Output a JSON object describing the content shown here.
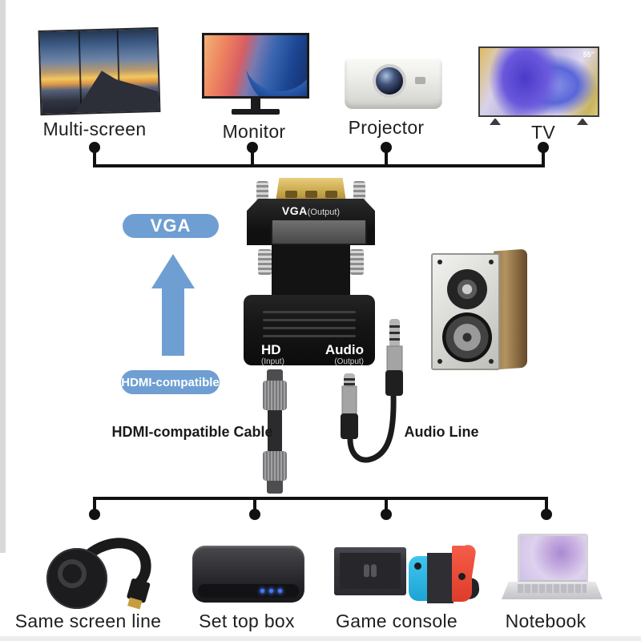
{
  "colors": {
    "accent_blue": "#6f9fd2",
    "line_black": "#111111",
    "label_text": "#1f1f1f",
    "led_blue": "#4a78f8"
  },
  "top_devices": [
    {
      "label": "Multi-screen"
    },
    {
      "label": "Monitor"
    },
    {
      "label": "Projector"
    },
    {
      "label": "TV",
      "screen_badge": "55\""
    }
  ],
  "callouts": {
    "vga_pill": "VGA",
    "hdmi_pill": "HDMI-compatible"
  },
  "adapter": {
    "top_label_bold": "VGA",
    "top_label_paren": "(Output)",
    "hd_label_bold": "HD",
    "hd_label_paren": "(Input)",
    "audio_label_bold": "Audio",
    "audio_label_paren": "(Output)"
  },
  "cables": {
    "hdmi_cable_label": "HDMI-compatible Cable",
    "audio_line_label": "Audio Line"
  },
  "bottom_devices": [
    {
      "label": "Same screen line"
    },
    {
      "label": "Set top box"
    },
    {
      "label": "Game console"
    },
    {
      "label": "Notebook"
    }
  ]
}
